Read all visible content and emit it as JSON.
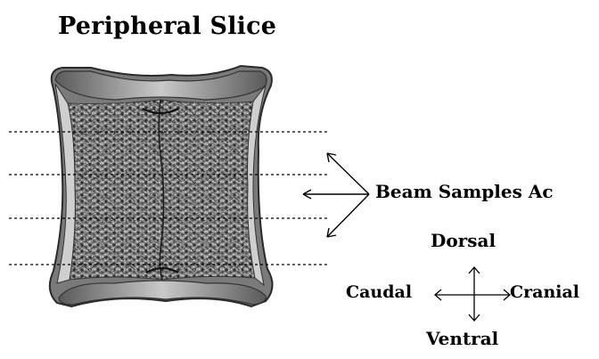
{
  "title": "Peripheral Slice",
  "beam_label": "Beam Samples Ac",
  "orientation": {
    "dorsal": "Dorsal",
    "caudal": "Caudal",
    "cranial": "Cranial",
    "ventral": "Ventral"
  },
  "beam_line_count": 4
}
